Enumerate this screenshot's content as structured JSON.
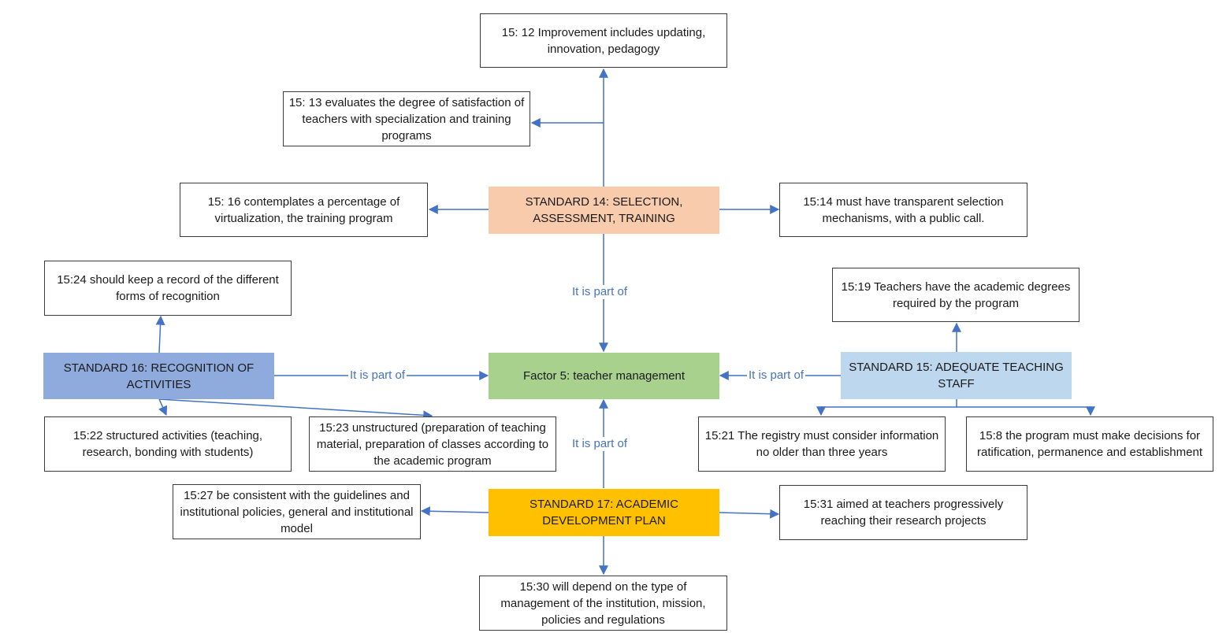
{
  "nodes": {
    "n1512": "15: 12 Improvement includes updating, innovation, pedagogy",
    "n1513": "15: 13 evaluates the degree of satisfaction of teachers with specialization and training programs",
    "n1516": "15: 16 contemplates a percentage of virtualization, the training program",
    "std14": "STANDARD 14: SELECTION, ASSESSMENT, TRAINING",
    "n1514": "15:14 must have transparent selection mechanisms, with a public call.",
    "n1524": "15:24 should keep a record of the different forms of recognition",
    "n1519": "15:19 Teachers have the academic degrees required by the program",
    "std16": "STANDARD 16: RECOGNITION OF ACTIVITIES",
    "factor5": "Factor 5: teacher management",
    "std15": "STANDARD 15: ADEQUATE TEACHING STAFF",
    "n1522": "15:22 structured activities (teaching, research, bonding with students)",
    "n1523": "15:23 unstructured (preparation of teaching material, preparation of classes according to the academic program",
    "n1521": "15:21 The registry must consider information no older than three years",
    "n158": "15:8 the program must make decisions for ratification, permanence and establishment",
    "n1527": "15:27 be consistent with the guidelines and institutional policies, general and institutional model",
    "std17": "STANDARD 17: ACADEMIC DEVELOPMENT PLAN",
    "n1531": "15:31 aimed at teachers progressively reaching their research projects",
    "n1530": "15:30 will depend on the type of management of the institution, mission, policies and regulations"
  },
  "edge_labels": {
    "std14_to_factor": "It is part of",
    "std16_to_factor": "It is part of",
    "std15_to_factor": "It is part of",
    "std17_to_factor": "It is part of"
  },
  "colors": {
    "connector": "#4472c4",
    "std14": "#f8cbad",
    "std15": "#bdd7ee",
    "std16": "#8faadc",
    "std17": "#ffc000",
    "factor": "#a9d18e"
  }
}
